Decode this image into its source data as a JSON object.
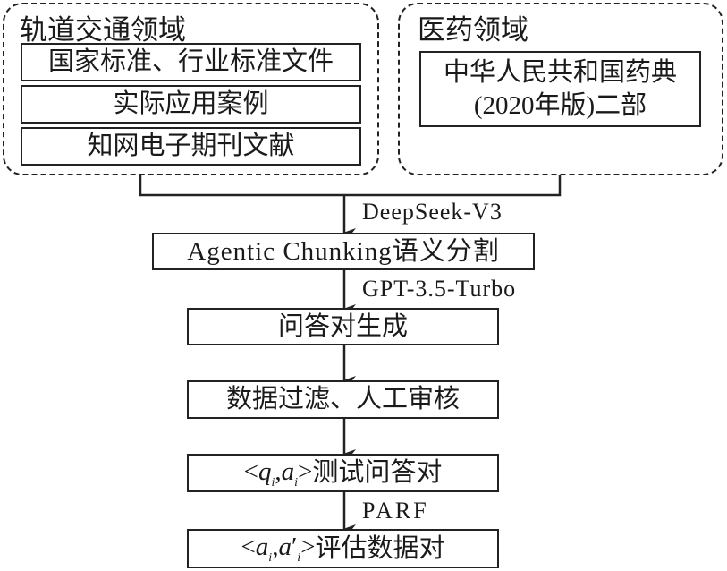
{
  "rail_domain": {
    "title": "轨道交通领域",
    "sources": [
      "国家标准、行业标准文件",
      "实际应用案例",
      "知网电子期刊文献"
    ]
  },
  "medical_domain": {
    "title": "医药领域",
    "sources": [
      "中华人民共和国药典",
      "(2020年版)二部"
    ]
  },
  "steps": [
    {
      "edge_label": "DeepSeek-V3",
      "label": "Agentic Chunking语义分割"
    },
    {
      "edge_label": "GPT-3.5-Turbo",
      "label": "问答对生成"
    },
    {
      "edge_label": "",
      "label": "数据过滤、人工审核"
    },
    {
      "edge_label": "",
      "label_suffix": "测试问答对",
      "math": "<qi,ai>"
    },
    {
      "edge_label": "PARF",
      "label_suffix": "评估数据对",
      "math": "<ai,a'i>"
    }
  ]
}
